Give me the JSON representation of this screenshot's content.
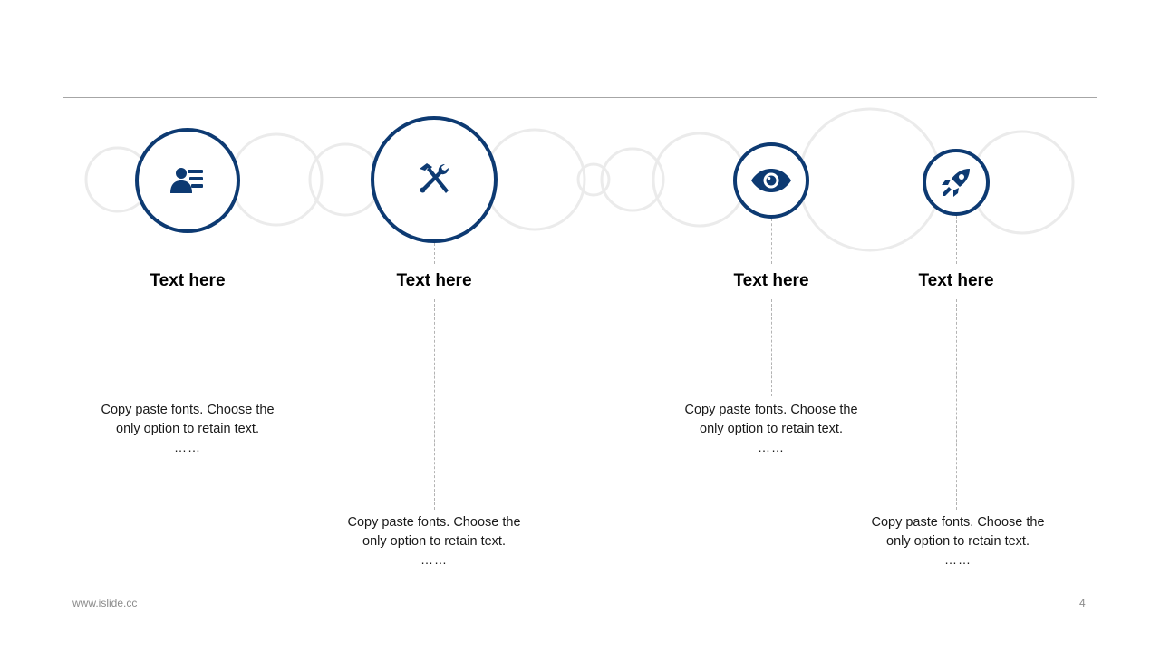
{
  "colors": {
    "accent": "#0d3a72",
    "ghost_circle": "#ebebeb",
    "dash": "#b3b3b3",
    "rule": "#a6a6a6"
  },
  "items": [
    {
      "icon": "user-list-icon",
      "title": "Text here",
      "body_line1": "Copy paste fonts. Choose the",
      "body_line2": "only option to retain text.",
      "ellipsis": "……"
    },
    {
      "icon": "tools-icon",
      "title": "Text here",
      "body_line1": "Copy paste fonts. Choose the",
      "body_line2": "only option to retain text.",
      "ellipsis": "……"
    },
    {
      "icon": "eye-icon",
      "title": "Text here",
      "body_line1": "Copy paste fonts. Choose the",
      "body_line2": "only option to retain text.",
      "ellipsis": "……"
    },
    {
      "icon": "rocket-icon",
      "title": "Text here",
      "body_line1": "Copy paste fonts. Choose the",
      "body_line2": "only option to retain text.",
      "ellipsis": "……"
    }
  ],
  "footer": {
    "url": "www.islide.cc",
    "page_number": "4"
  }
}
